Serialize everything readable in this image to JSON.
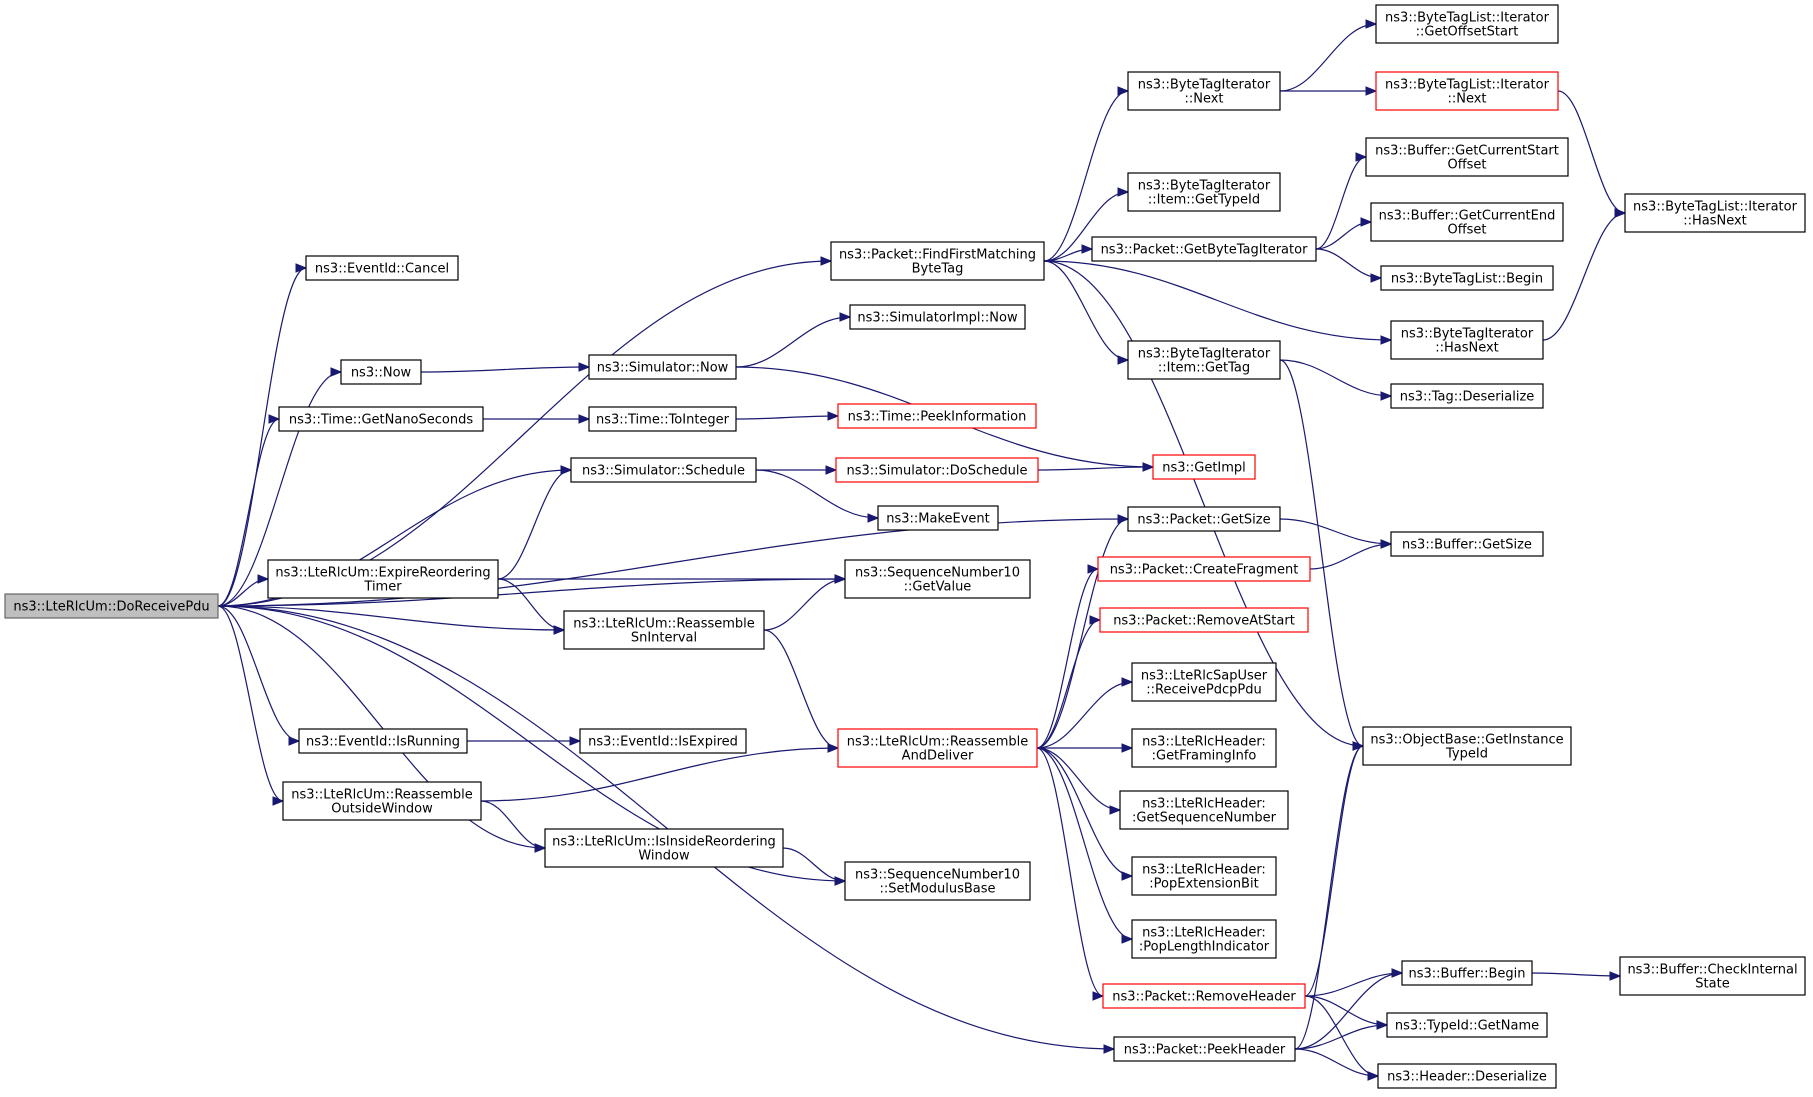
{
  "colors": {
    "edge": "#191970",
    "red_border": "#ff0000",
    "root_fill": "#bfbfbf"
  },
  "nodes": [
    {
      "id": "root",
      "lines": [
        "ns3::LteRlcUm::DoReceivePdu"
      ],
      "style": "root"
    },
    {
      "id": "cancel",
      "lines": [
        "ns3::EventId::Cancel"
      ]
    },
    {
      "id": "now",
      "lines": [
        "ns3::Now"
      ]
    },
    {
      "id": "getns",
      "lines": [
        "ns3::Time::GetNanoSeconds"
      ]
    },
    {
      "id": "expire",
      "lines": [
        "ns3::LteRlcUm::ExpireReordering",
        "Timer"
      ]
    },
    {
      "id": "isrunning",
      "lines": [
        "ns3::EventId::IsRunning"
      ]
    },
    {
      "id": "reasout",
      "lines": [
        "ns3::LteRlcUm::Reassemble",
        "OutsideWindow"
      ]
    },
    {
      "id": "schedule",
      "lines": [
        "ns3::Simulator::Schedule"
      ]
    },
    {
      "id": "simnow",
      "lines": [
        "ns3::Simulator::Now"
      ]
    },
    {
      "id": "toint",
      "lines": [
        "ns3::Time::ToInteger"
      ]
    },
    {
      "id": "reassn",
      "lines": [
        "ns3::LteRlcUm::Reassemble",
        "SnInterval"
      ]
    },
    {
      "id": "isexpired",
      "lines": [
        "ns3::EventId::IsExpired"
      ]
    },
    {
      "id": "isinside",
      "lines": [
        "ns3::LteRlcUm::IsInsideReordering",
        "Window"
      ]
    },
    {
      "id": "findfirst",
      "lines": [
        "ns3::Packet::FindFirstMatching",
        "ByteTag"
      ]
    },
    {
      "id": "simimplnow",
      "lines": [
        "ns3::SimulatorImpl::Now"
      ]
    },
    {
      "id": "peekinfo",
      "lines": [
        "ns3::Time::PeekInformation"
      ],
      "style": "red"
    },
    {
      "id": "doschedule",
      "lines": [
        "ns3::Simulator::DoSchedule"
      ],
      "style": "red"
    },
    {
      "id": "makeevent",
      "lines": [
        "ns3::MakeEvent"
      ]
    },
    {
      "id": "getvalue",
      "lines": [
        "ns3::SequenceNumber10",
        "::GetValue"
      ]
    },
    {
      "id": "reasdeliver",
      "lines": [
        "ns3::LteRlcUm::Reassemble",
        "AndDeliver"
      ],
      "style": "red"
    },
    {
      "id": "setmod",
      "lines": [
        "ns3::SequenceNumber10",
        "::SetModulusBase"
      ]
    },
    {
      "id": "btinext",
      "lines": [
        "ns3::ByteTagIterator",
        "::Next"
      ]
    },
    {
      "id": "btigettypeid",
      "lines": [
        "ns3::ByteTagIterator",
        "::Item::GetTypeId"
      ]
    },
    {
      "id": "getbti",
      "lines": [
        "ns3::Packet::GetByteTagIterator"
      ]
    },
    {
      "id": "btigettag",
      "lines": [
        "ns3::ByteTagIterator",
        "::Item::GetTag"
      ]
    },
    {
      "id": "getimpl",
      "lines": [
        "ns3::GetImpl"
      ],
      "style": "red"
    },
    {
      "id": "pktgetsize",
      "lines": [
        "ns3::Packet::GetSize"
      ]
    },
    {
      "id": "createfrag",
      "lines": [
        "ns3::Packet::CreateFragment"
      ],
      "style": "red"
    },
    {
      "id": "removeatstart",
      "lines": [
        "ns3::Packet::RemoveAtStart"
      ],
      "style": "red"
    },
    {
      "id": "recvpdcp",
      "lines": [
        "ns3::LteRlcSapUser",
        "::ReceivePdcpPdu"
      ]
    },
    {
      "id": "getframing",
      "lines": [
        "ns3::LteRlcHeader:",
        ":GetFramingInfo"
      ]
    },
    {
      "id": "getseqnum",
      "lines": [
        "ns3::LteRlcHeader:",
        ":GetSequenceNumber"
      ]
    },
    {
      "id": "popext",
      "lines": [
        "ns3::LteRlcHeader:",
        ":PopExtensionBit"
      ]
    },
    {
      "id": "poplen",
      "lines": [
        "ns3::LteRlcHeader:",
        ":PopLengthIndicator"
      ]
    },
    {
      "id": "removeheader",
      "lines": [
        "ns3::Packet::RemoveHeader"
      ],
      "style": "red"
    },
    {
      "id": "peekheader",
      "lines": [
        "ns3::Packet::PeekHeader"
      ]
    },
    {
      "id": "btlitgetoffset",
      "lines": [
        "ns3::ByteTagList::Iterator",
        "::GetOffsetStart"
      ]
    },
    {
      "id": "btlitnext",
      "lines": [
        "ns3::ByteTagList::Iterator",
        "::Next"
      ],
      "style": "red"
    },
    {
      "id": "bufcurstart",
      "lines": [
        "ns3::Buffer::GetCurrentStart",
        "Offset"
      ]
    },
    {
      "id": "bufcurend",
      "lines": [
        "ns3::Buffer::GetCurrentEnd",
        "Offset"
      ]
    },
    {
      "id": "btlbegin",
      "lines": [
        "ns3::ByteTagList::Begin"
      ]
    },
    {
      "id": "btihasnext",
      "lines": [
        "ns3::ByteTagIterator",
        "::HasNext"
      ]
    },
    {
      "id": "tagdeser",
      "lines": [
        "ns3::Tag::Deserialize"
      ]
    },
    {
      "id": "bufgetsize",
      "lines": [
        "ns3::Buffer::GetSize"
      ]
    },
    {
      "id": "objgettypeid",
      "lines": [
        "ns3::ObjectBase::GetInstance",
        "TypeId"
      ]
    },
    {
      "id": "bufbegin",
      "lines": [
        "ns3::Buffer::Begin"
      ]
    },
    {
      "id": "typeidgetname",
      "lines": [
        "ns3::TypeId::GetName"
      ]
    },
    {
      "id": "headerdeser",
      "lines": [
        "ns3::Header::Deserialize"
      ]
    },
    {
      "id": "btlithasnext",
      "lines": [
        "ns3::ByteTagList::Iterator",
        "::HasNext"
      ]
    },
    {
      "id": "bufcheck",
      "lines": [
        "ns3::Buffer::CheckInternal",
        "State"
      ]
    }
  ],
  "edges": [
    [
      "root",
      "cancel"
    ],
    [
      "root",
      "now"
    ],
    [
      "root",
      "getns"
    ],
    [
      "root",
      "schedule"
    ],
    [
      "root",
      "getvalue"
    ],
    [
      "root",
      "expire"
    ],
    [
      "root",
      "reassn"
    ],
    [
      "root",
      "pktgetsize"
    ],
    [
      "root",
      "isrunning"
    ],
    [
      "root",
      "reasout"
    ],
    [
      "root",
      "isinside"
    ],
    [
      "root",
      "setmod"
    ],
    [
      "root",
      "peekheader"
    ],
    [
      "root",
      "findfirst"
    ],
    [
      "now",
      "simnow"
    ],
    [
      "simnow",
      "simimplnow"
    ],
    [
      "simnow",
      "getimpl"
    ],
    [
      "getns",
      "toint"
    ],
    [
      "toint",
      "peekinfo"
    ],
    [
      "schedule",
      "doschedule"
    ],
    [
      "schedule",
      "makeevent"
    ],
    [
      "doschedule",
      "getimpl"
    ],
    [
      "expire",
      "schedule"
    ],
    [
      "expire",
      "getvalue"
    ],
    [
      "expire",
      "reassn"
    ],
    [
      "reassn",
      "getvalue"
    ],
    [
      "reassn",
      "reasdeliver"
    ],
    [
      "isrunning",
      "isexpired"
    ],
    [
      "reasout",
      "reasdeliver"
    ],
    [
      "reasout",
      "isinside"
    ],
    [
      "isinside",
      "setmod"
    ],
    [
      "findfirst",
      "btinext"
    ],
    [
      "findfirst",
      "btigettypeid"
    ],
    [
      "findfirst",
      "getbti"
    ],
    [
      "findfirst",
      "btihasnext"
    ],
    [
      "findfirst",
      "btigettag"
    ],
    [
      "findfirst",
      "objgettypeid"
    ],
    [
      "btinext",
      "btlitgetoffset"
    ],
    [
      "btinext",
      "btlitnext"
    ],
    [
      "btlitnext",
      "btlithasnext"
    ],
    [
      "getbti",
      "bufcurstart"
    ],
    [
      "getbti",
      "bufcurend"
    ],
    [
      "getbti",
      "btlbegin"
    ],
    [
      "btihasnext",
      "btlithasnext"
    ],
    [
      "btigettag",
      "tagdeser"
    ],
    [
      "btigettag",
      "objgettypeid"
    ],
    [
      "pktgetsize",
      "bufgetsize"
    ],
    [
      "createfrag",
      "bufgetsize"
    ],
    [
      "reasdeliver",
      "pktgetsize"
    ],
    [
      "reasdeliver",
      "createfrag"
    ],
    [
      "reasdeliver",
      "removeatstart"
    ],
    [
      "reasdeliver",
      "recvpdcp"
    ],
    [
      "reasdeliver",
      "getframing"
    ],
    [
      "reasdeliver",
      "getseqnum"
    ],
    [
      "reasdeliver",
      "popext"
    ],
    [
      "reasdeliver",
      "poplen"
    ],
    [
      "reasdeliver",
      "removeheader"
    ],
    [
      "removeheader",
      "bufbegin"
    ],
    [
      "removeheader",
      "typeidgetname"
    ],
    [
      "removeheader",
      "headerdeser"
    ],
    [
      "removeheader",
      "objgettypeid"
    ],
    [
      "peekheader",
      "bufbegin"
    ],
    [
      "peekheader",
      "typeidgetname"
    ],
    [
      "peekheader",
      "headerdeser"
    ],
    [
      "peekheader",
      "objgettypeid"
    ],
    [
      "bufbegin",
      "bufcheck"
    ]
  ]
}
